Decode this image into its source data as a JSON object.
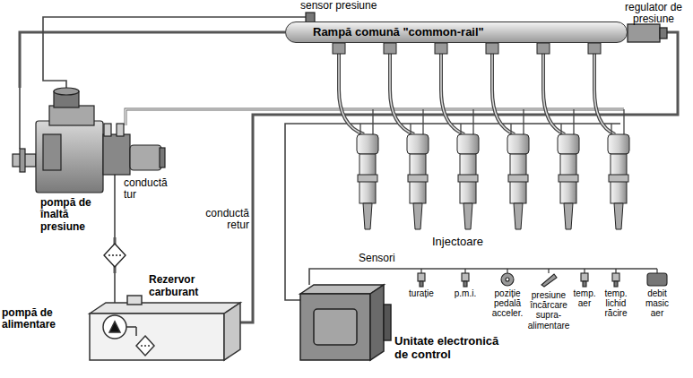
{
  "diagram": {
    "nodes": [
      {
        "text": [
          "Rampă comună \"common-rail\""
        ]
      },
      {
        "text": [
          "pompă de înaltă presiune"
        ]
      },
      {
        "text": [
          "Rezervor carburant"
        ]
      },
      {
        "text": [
          "Unitate electronică de control"
        ]
      }
    ],
    "edges": [
      {
        "from": 1,
        "to": 0,
        "arrow": "none"
      },
      {
        "from": 2,
        "to": 1,
        "label": "conductă tur",
        "arrow": "none"
      },
      {
        "from": 0,
        "to": 2,
        "label": "conductă retur",
        "arrow": "none"
      }
    ],
    "labels": [
      "sensor presiune",
      "regulator de presiune",
      "Injectoare",
      "pompă de alimentare",
      "Sensori",
      "turație",
      "p.m.i.",
      "poziție pedală acceler.",
      "presiune încărcare supra-alimentare",
      "temp. aer",
      "temp. lichid răcire",
      "debit masic aer"
    ]
  }
}
